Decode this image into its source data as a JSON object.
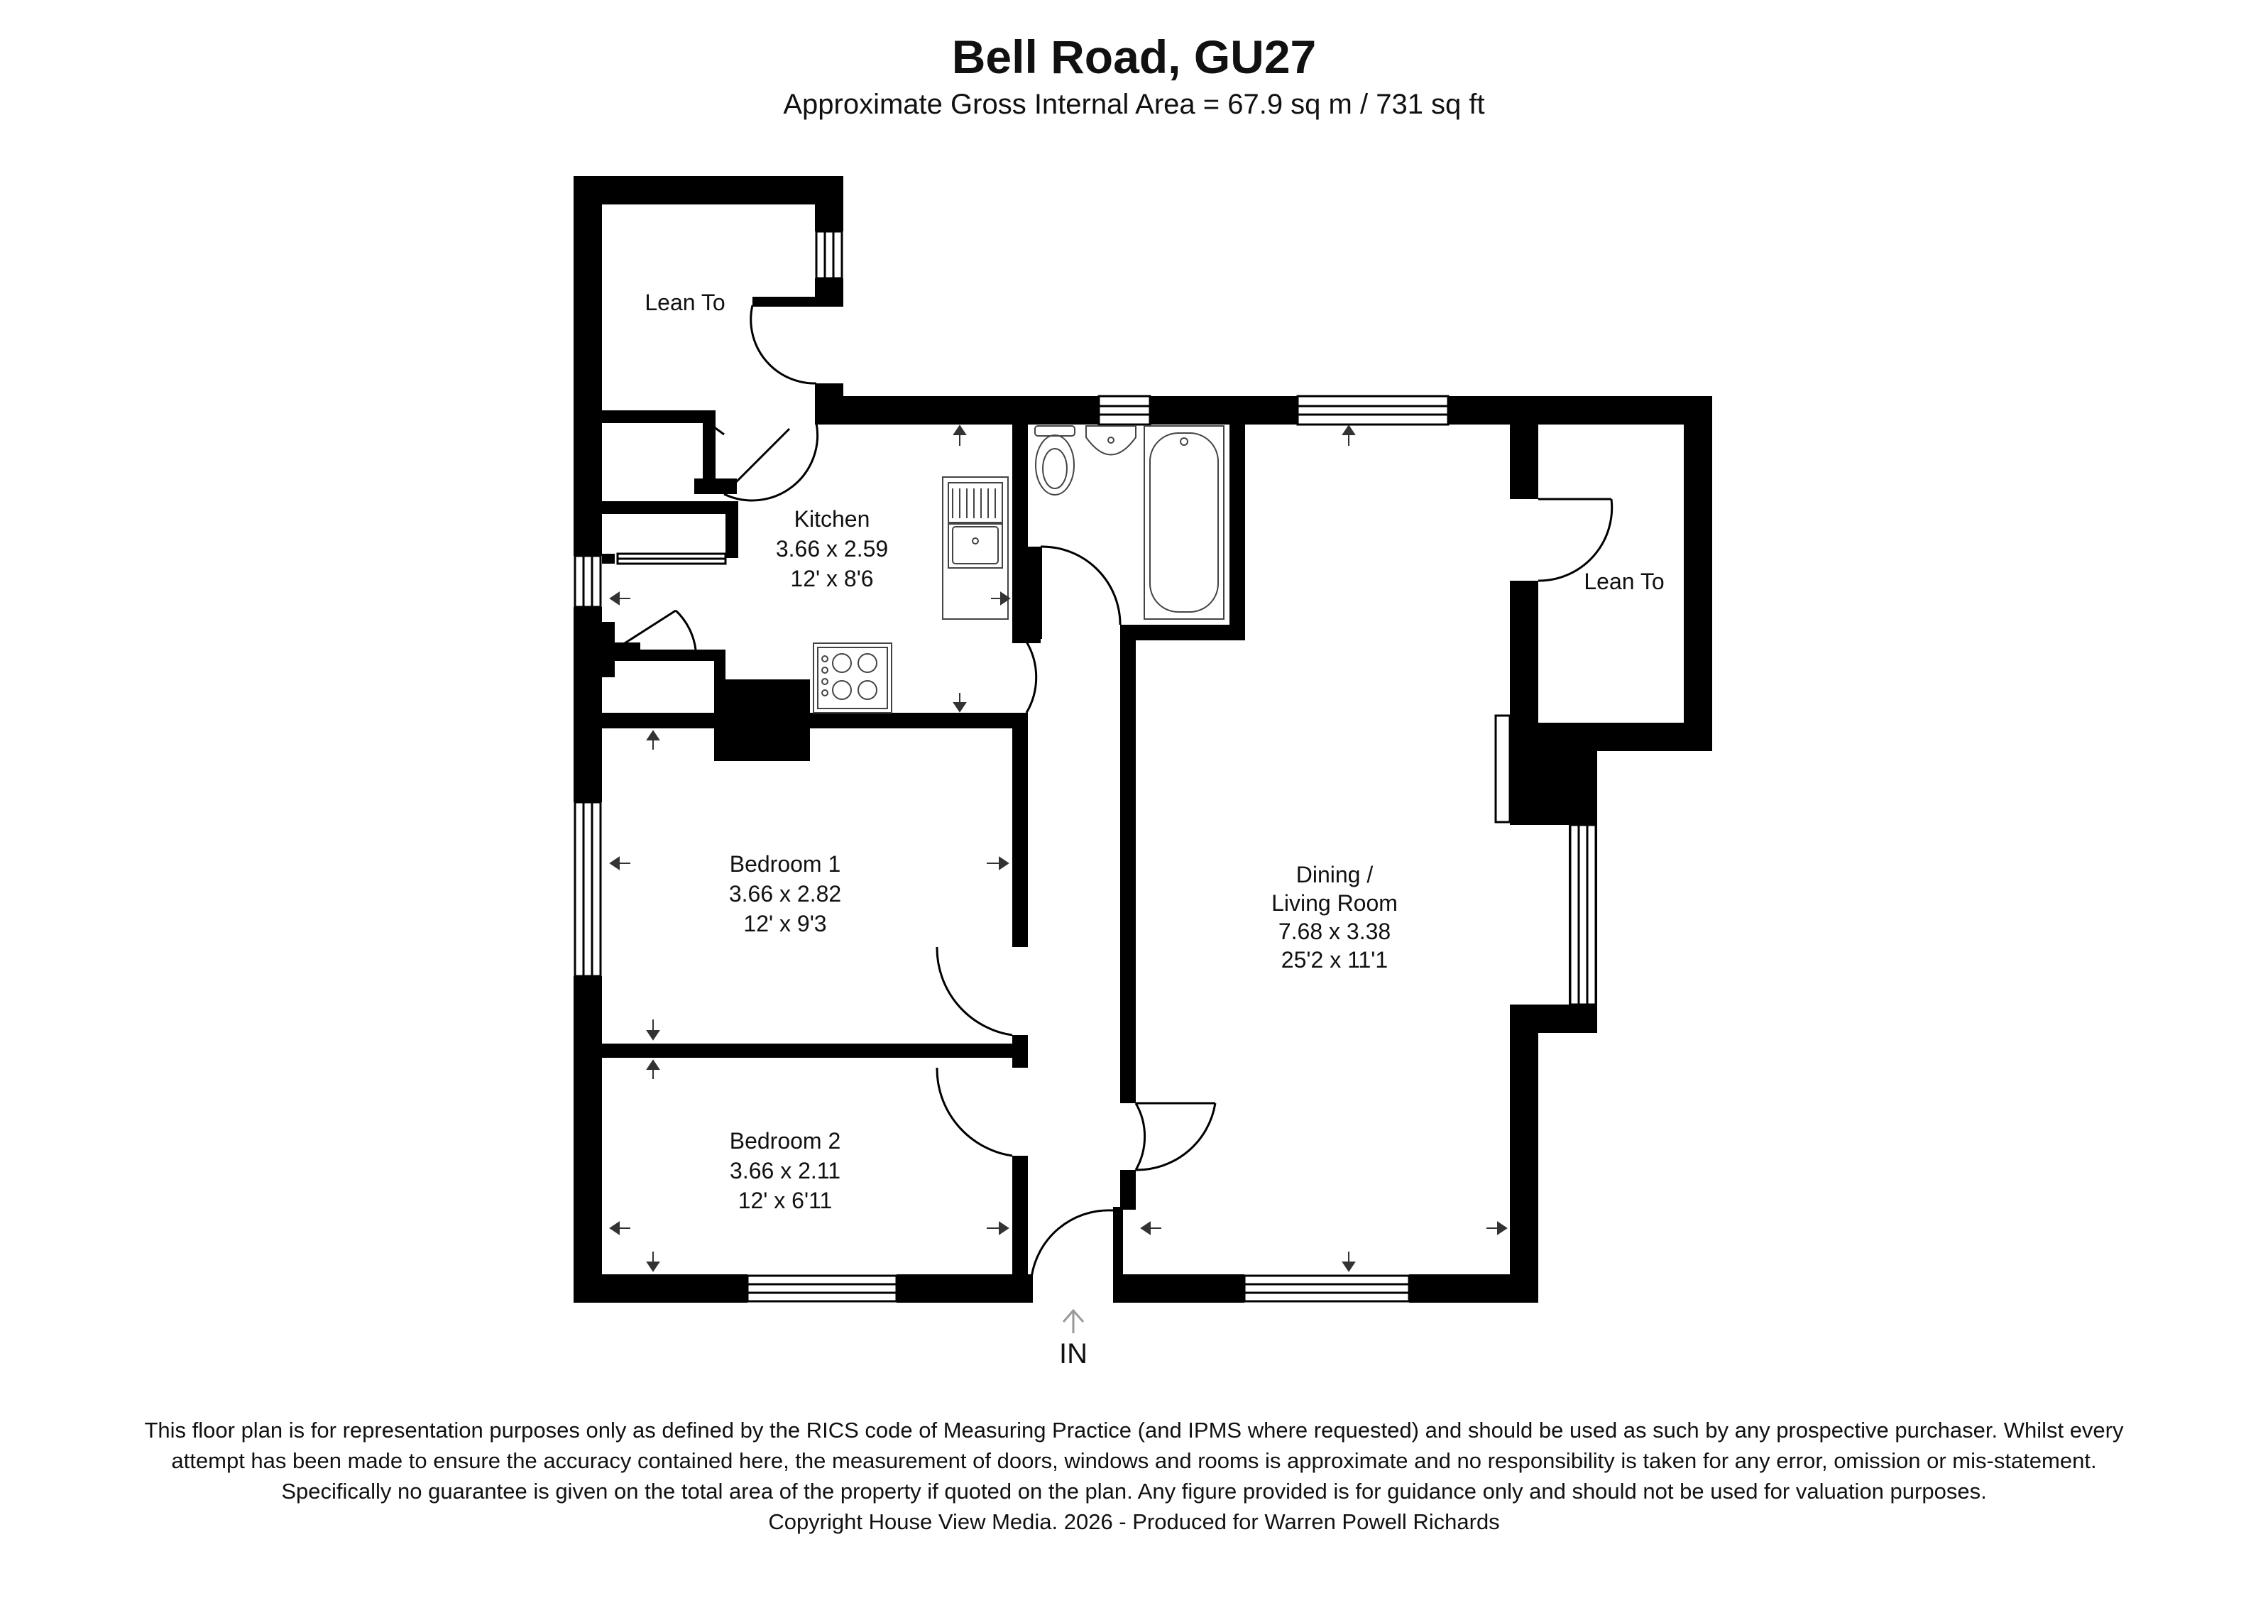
{
  "header": {
    "title": "Bell Road, GU27",
    "subtitle": "Approximate Gross Internal Area = 67.9 sq m / 731 sq ft"
  },
  "rooms": {
    "lean_to_left": {
      "name": "Lean To"
    },
    "kitchen": {
      "name": "Kitchen",
      "metric": "3.66 x 2.59",
      "imperial": "12' x 8'6"
    },
    "bedroom1": {
      "name": "Bedroom 1",
      "metric": "3.66 x 2.82",
      "imperial": "12' x 9'3"
    },
    "bedroom2": {
      "name": "Bedroom 2",
      "metric": "3.66 x 2.11",
      "imperial": "12' x 6'11"
    },
    "living": {
      "name1": "Dining /",
      "name2": "Living Room",
      "metric": "7.68 x 3.38",
      "imperial": "25'2 x 11'1"
    },
    "lean_to_right": {
      "name": "Lean To"
    }
  },
  "entrance": {
    "label": "IN"
  },
  "footer": {
    "disclaimer": "This floor plan is for representation purposes only as defined by the RICS code of Measuring Practice (and IPMS where requested) and should be used as such by any prospective purchaser. Whilst every attempt has been made to ensure the accuracy contained here, the measurement of doors, windows and rooms is approximate and no responsibility is taken for any error, omission or mis-statement. Specifically no guarantee is given on the total area of the property if quoted on the plan. Any figure provided is for guidance only and should not be used for valuation purposes.",
    "copyright": "Copyright House View Media. 2026 - Produced for Warren Powell Richards"
  },
  "colors": {
    "wall": "#000000",
    "fixture": "#444444",
    "window_fill": "#ffffff",
    "arrow": "#333333"
  }
}
